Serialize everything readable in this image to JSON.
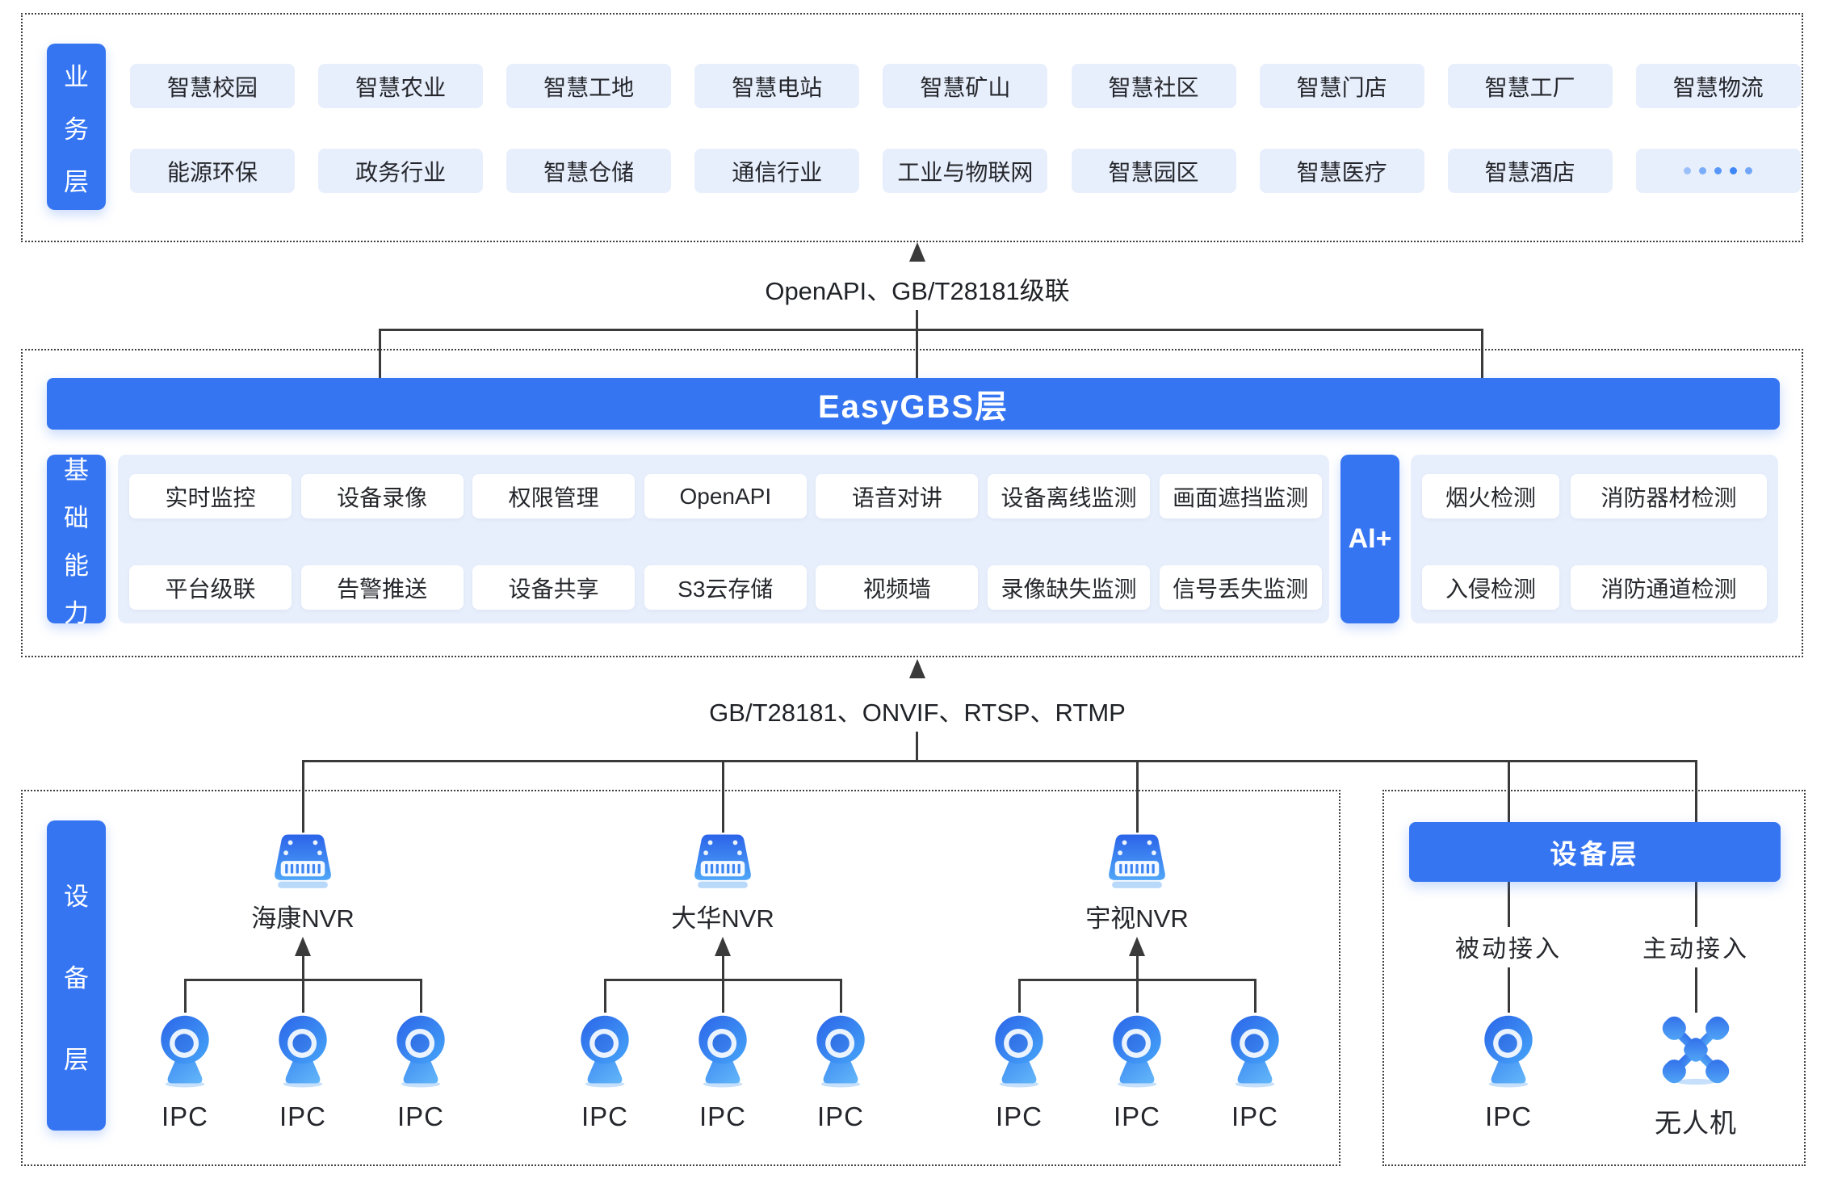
{
  "colors": {
    "primary": "#3575F2",
    "panel_light_blue": "#E8EFFC",
    "line_dark": "#3A3A3A",
    "text_dark": "#25272C",
    "white": "#FFFFFF"
  },
  "layers": {
    "business": {
      "label": "业务层",
      "row1": [
        "智慧校园",
        "智慧农业",
        "智慧工地",
        "智慧电站",
        "智慧矿山",
        "智慧社区",
        "智慧门店",
        "智慧工厂",
        "智慧物流"
      ],
      "row2": [
        "能源环保",
        "政务行业",
        "智慧仓储",
        "通信行业",
        "工业与物联网",
        "智慧园区",
        "智慧医疗",
        "智慧酒店"
      ],
      "ellipsis": "•••••"
    },
    "platform": {
      "uplink": "OpenAPI、GB/T28181级联",
      "banner": "EasyGBS层",
      "capability": {
        "label": "基础能力",
        "row1": [
          "实时监控",
          "设备录像",
          "权限管理",
          "OpenAPI",
          "语音对讲",
          "设备离线监测",
          "画面遮挡监测"
        ],
        "row2": [
          "平台级联",
          "告警推送",
          "设备共享",
          "S3云存储",
          "视频墙",
          "录像缺失监测",
          "信号丢失监测"
        ]
      },
      "ai": {
        "label": "AI+",
        "row1": [
          "烟火检测",
          "消防器材检测"
        ],
        "row2": [
          "入侵检测",
          "消防通道检测"
        ]
      }
    },
    "downlink": "GB/T28181、ONVIF、RTSP、RTMP",
    "device": {
      "label": "设备层",
      "nvr_groups": [
        {
          "name": "海康NVR",
          "cameras": [
            "IPC",
            "IPC",
            "IPC"
          ]
        },
        {
          "name": "大华NVR",
          "cameras": [
            "IPC",
            "IPC",
            "IPC"
          ]
        },
        {
          "name": "宇视NVR",
          "cameras": [
            "IPC",
            "IPC",
            "IPC"
          ]
        }
      ],
      "right_panel": {
        "banner": "设备层",
        "columns": [
          {
            "access": "被动接入",
            "device": "IPC",
            "icon": "ipc-camera-icon"
          },
          {
            "access": "主动接入",
            "device": "无人机",
            "icon": "drone-icon"
          }
        ]
      }
    }
  }
}
